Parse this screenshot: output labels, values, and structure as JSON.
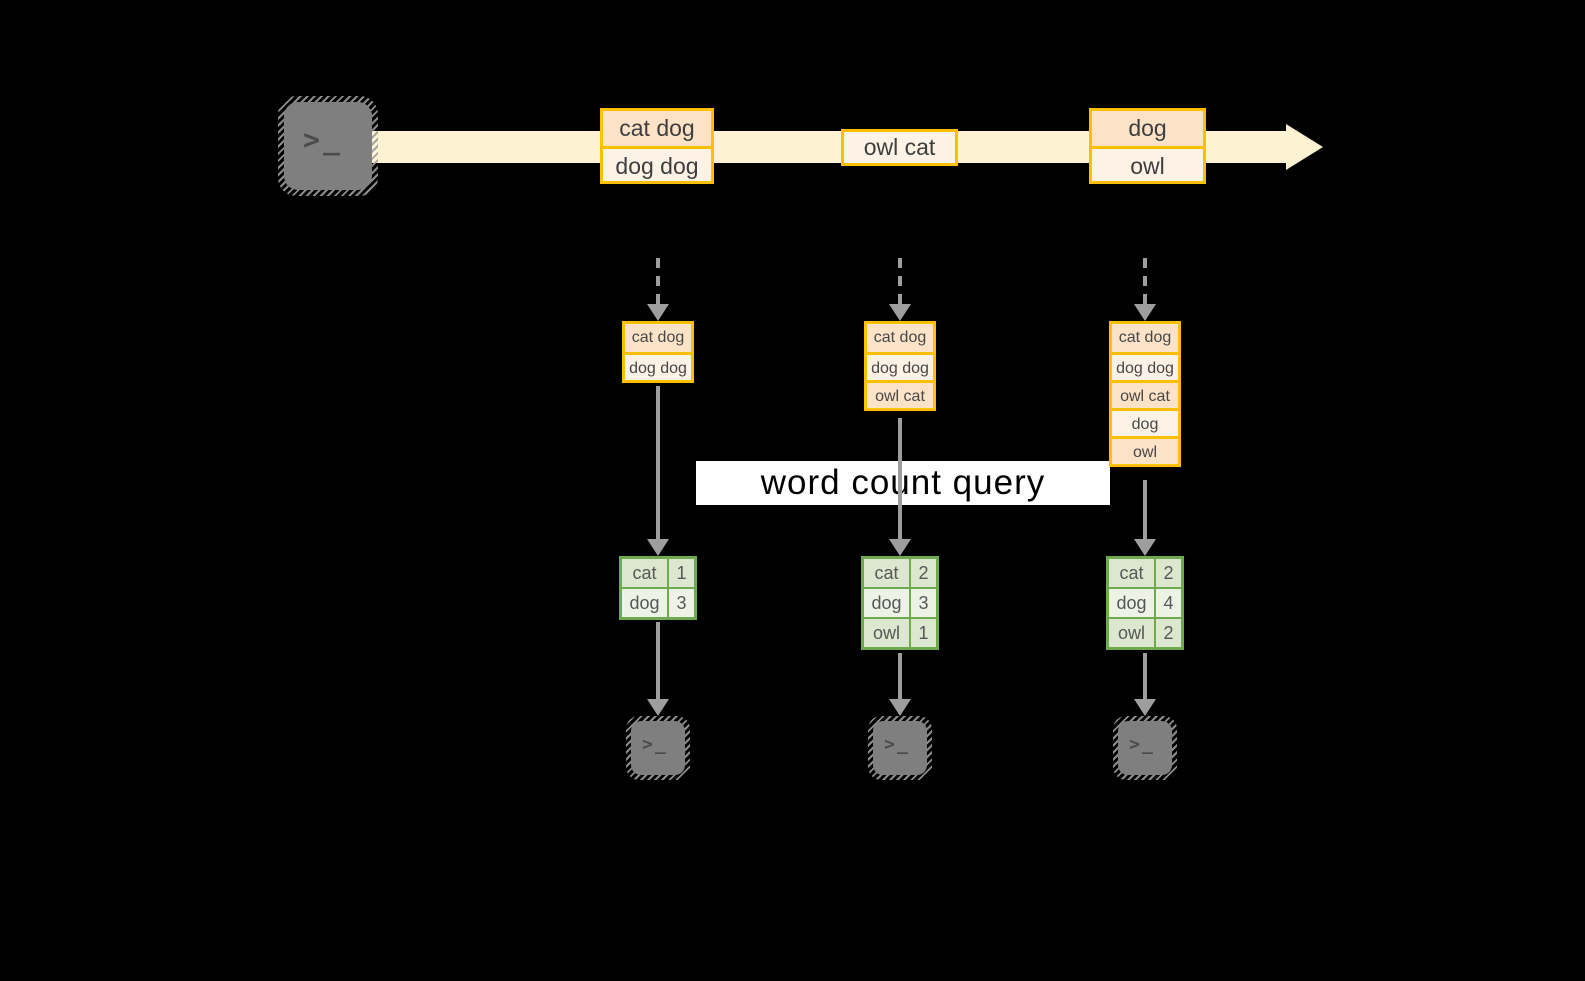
{
  "query": {
    "label": "word count query"
  },
  "stream": {
    "batches": [
      {
        "cells": [
          "cat dog",
          "dog dog"
        ]
      },
      {
        "cells": [
          "owl cat"
        ]
      },
      {
        "cells": [
          "dog",
          "owl"
        ]
      }
    ]
  },
  "columns": [
    {
      "state_cells": [
        "cat dog",
        "dog dog"
      ],
      "counts": [
        {
          "word": "cat",
          "count": "1"
        },
        {
          "word": "dog",
          "count": "3"
        }
      ]
    },
    {
      "state_cells": [
        "cat dog",
        "dog dog",
        "owl cat"
      ],
      "counts": [
        {
          "word": "cat",
          "count": "2"
        },
        {
          "word": "dog",
          "count": "3"
        },
        {
          "word": "owl",
          "count": "1"
        }
      ]
    },
    {
      "state_cells": [
        "cat dog",
        "dog dog",
        "owl cat",
        "dog",
        "owl"
      ],
      "counts": [
        {
          "word": "cat",
          "count": "2"
        },
        {
          "word": "dog",
          "count": "4"
        },
        {
          "word": "owl",
          "count": "2"
        }
      ]
    }
  ],
  "terminal": {
    "prompt": ">_"
  },
  "colors": {
    "background": "#000000",
    "stream_band": "#fdf3d2",
    "box_border": "#fcc000",
    "cell_peach": "#fce3c8",
    "cell_cream": "#fdf2e6",
    "table_border": "#6faa4e",
    "row_sage": "#dbe7cf",
    "row_light": "#edf2e7",
    "arrow_gray": "#9e9e9e",
    "terminal_gray": "#7f7f7f",
    "query_bg": "#ffffff",
    "query_text": "#000000"
  }
}
